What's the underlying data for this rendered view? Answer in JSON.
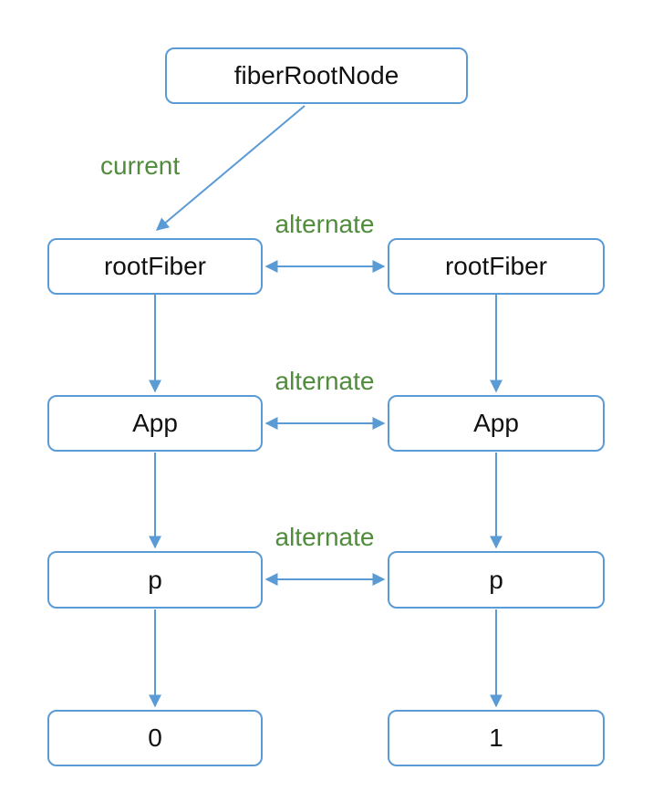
{
  "nodes": {
    "fiber_root": {
      "label": "fiberRootNode"
    },
    "root_fiber_current": {
      "label": "rootFiber"
    },
    "root_fiber_alternate": {
      "label": "rootFiber"
    },
    "app_current": {
      "label": "App"
    },
    "app_alternate": {
      "label": "App"
    },
    "p_current": {
      "label": "p"
    },
    "p_alternate": {
      "label": "p"
    },
    "child_zero": {
      "label": "0"
    },
    "child_one": {
      "label": "1"
    }
  },
  "edge_labels": {
    "current": "current",
    "alternate": "alternate"
  },
  "colors": {
    "node_border": "#5b9bd5",
    "arrow": "#5b9bd5",
    "edge_label_text": "#508c3c",
    "node_text": "#111111",
    "background": "#ffffff"
  }
}
